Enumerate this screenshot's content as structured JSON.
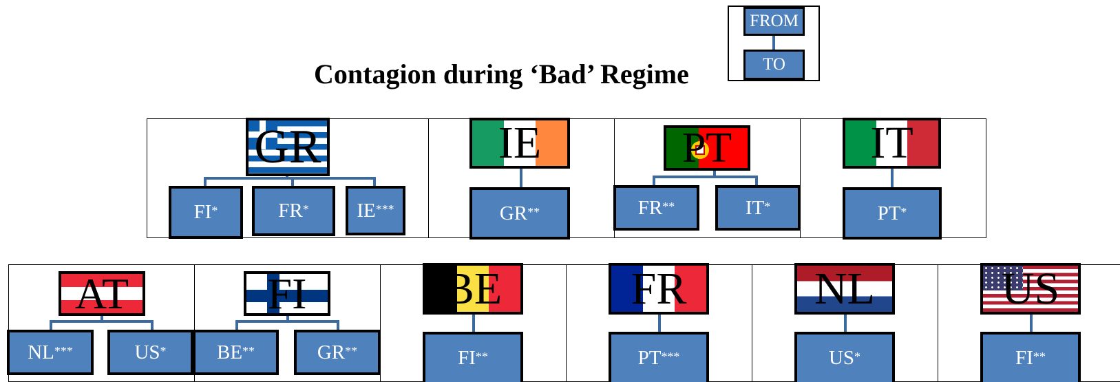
{
  "title": "Contagion during ‘Bad’ Regime",
  "legend": {
    "from": "FROM",
    "to": "TO"
  },
  "colors": {
    "node_fill": "#4f81bd",
    "connector": "#3d6a9e",
    "border": "#000000"
  },
  "groups": [
    {
      "source": "GR",
      "flag": "greece",
      "targets": [
        {
          "code": "FI",
          "stars": "*"
        },
        {
          "code": "FR",
          "stars": "*"
        },
        {
          "code": "IE",
          "stars": "***"
        }
      ]
    },
    {
      "source": "IE",
      "flag": "ireland",
      "targets": [
        {
          "code": "GR",
          "stars": "**"
        }
      ]
    },
    {
      "source": "PT",
      "flag": "portugal",
      "targets": [
        {
          "code": "FR",
          "stars": "**"
        },
        {
          "code": "IT",
          "stars": "*"
        }
      ]
    },
    {
      "source": "IT",
      "flag": "italy",
      "targets": [
        {
          "code": "PT",
          "stars": "*"
        }
      ]
    },
    {
      "source": "AT",
      "flag": "austria",
      "targets": [
        {
          "code": "NL",
          "stars": "***"
        },
        {
          "code": "US",
          "stars": "*"
        }
      ]
    },
    {
      "source": "FI",
      "flag": "finland",
      "targets": [
        {
          "code": "BE",
          "stars": "**"
        },
        {
          "code": "GR",
          "stars": "**"
        }
      ]
    },
    {
      "source": "BE",
      "flag": "belgium",
      "targets": [
        {
          "code": "FI",
          "stars": "**"
        }
      ]
    },
    {
      "source": "FR",
      "flag": "france",
      "targets": [
        {
          "code": "PT",
          "stars": "***"
        }
      ]
    },
    {
      "source": "NL",
      "flag": "netherlands",
      "targets": [
        {
          "code": "US",
          "stars": "*"
        }
      ]
    },
    {
      "source": "US",
      "flag": "usa",
      "targets": [
        {
          "code": "FI",
          "stars": "**"
        }
      ]
    }
  ]
}
